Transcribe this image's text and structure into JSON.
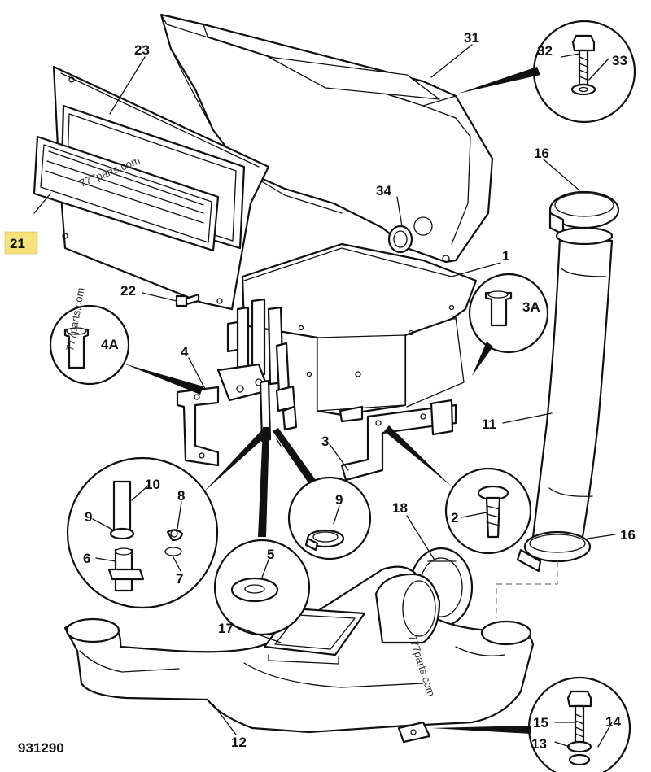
{
  "figure_id": "931290",
  "highlighted_callout": "21",
  "highlight_color": "#f5e27a",
  "watermark": "777parts.com",
  "callouts": {
    "c1": "1",
    "c2": "2",
    "c3": "3",
    "c3a": "3A",
    "c4": "4",
    "c4a": "4A",
    "c5": "5",
    "c6": "6",
    "c7": "7",
    "c8": "8",
    "c9a": "9",
    "c9b": "9",
    "c10": "10",
    "c11": "11",
    "c12": "12",
    "c13": "13",
    "c14": "14",
    "c15": "15",
    "c16a": "16",
    "c16b": "16",
    "c17": "17",
    "c18": "18",
    "c21": "21",
    "c22": "22",
    "c23": "23",
    "c31": "31",
    "c32": "32",
    "c33": "33",
    "c34": "34"
  }
}
